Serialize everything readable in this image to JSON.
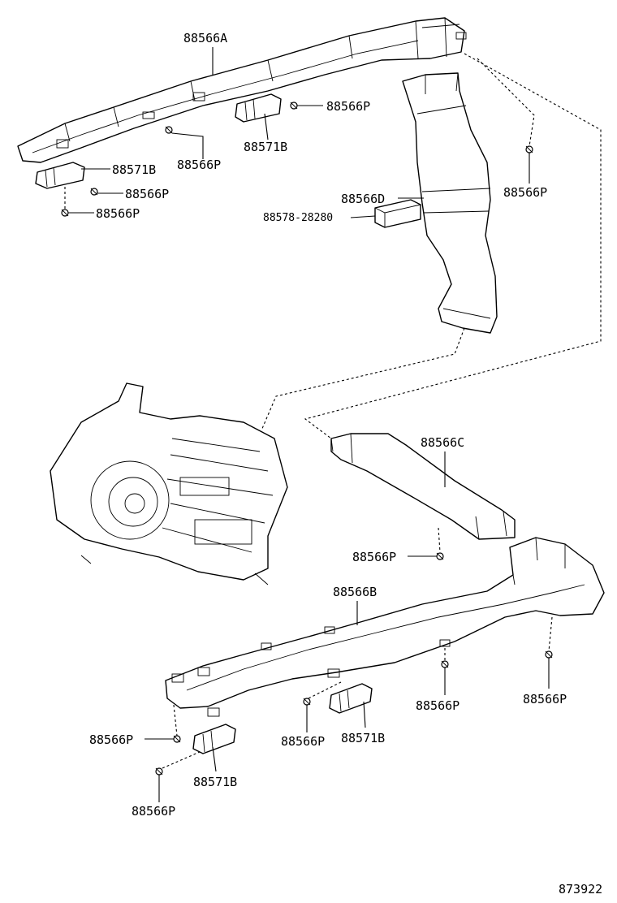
{
  "labels": {
    "duct_a": "88566A",
    "duct_b": "88566B",
    "duct_c": "88566C",
    "duct_d": "88566D",
    "clip_p": "88566P",
    "register_b": "88571B",
    "seal": "88578-28280",
    "figure_number": "873922"
  }
}
